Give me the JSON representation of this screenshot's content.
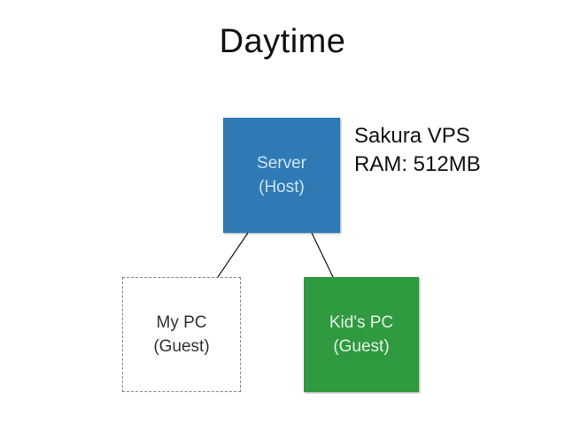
{
  "title": "Daytime",
  "nodes": {
    "server": {
      "line1": "Server",
      "line2": "(Host)",
      "color": "#2f7ab5"
    },
    "my_pc": {
      "line1": "My PC",
      "line2": "(Guest)"
    },
    "kid_pc": {
      "line1": "Kid's PC",
      "line2": "(Guest)",
      "color": "#2f9a3f"
    }
  },
  "annotation": {
    "line1": "Sakura VPS",
    "line2": "RAM: 512MB"
  },
  "edges": [
    {
      "from": "server",
      "to": "my_pc"
    },
    {
      "from": "server",
      "to": "kid_pc"
    }
  ]
}
